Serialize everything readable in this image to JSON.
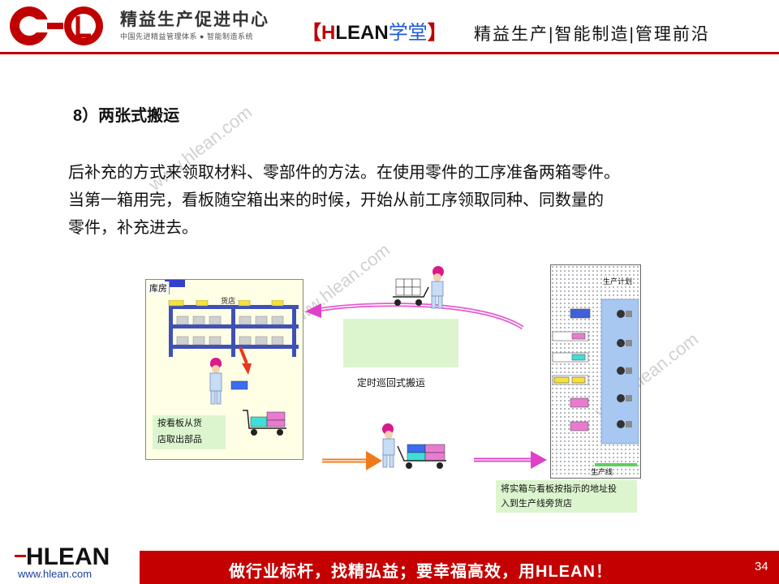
{
  "header": {
    "brand_name": "精益生产促进中心",
    "brand_sub": "中国先进精益管理体系 ● 智能制造系统",
    "tag_open": "【",
    "tag_h": "H",
    "tag_lean": "LEAN",
    "tag_xuetang": "学堂",
    "tag_close": "】",
    "tagline": "精益生产|智能制造|管理前沿"
  },
  "content": {
    "section_title": "8）两张式搬运",
    "paragraph_lines": [
      "后补充的方式来领取材料、零部件的方法。在使用零件的工序准备两箱零件。",
      "当第一箱用完，看板随空箱出来的时候，开始从前工序领取同种、同数量的",
      "零件，补充进去。"
    ]
  },
  "diagram": {
    "warehouse_label": "库房",
    "shop_label": "货店",
    "pick_note_lines": [
      "按看板从货",
      "店取出部品"
    ],
    "route_label": "定时巡回式搬运",
    "plan_label": "生产计划",
    "line_label": "生产线",
    "deliver_note_lines": [
      "将实箱与看板按指示的地址投",
      "入到生产线旁货店"
    ],
    "colors": {
      "arrow_pink": "#e040c8",
      "arrow_orange": "#f07a1a",
      "shelf_blue": "#3f51b5",
      "note_green": "#ddf5cf"
    }
  },
  "watermark": {
    "text": "www.hlean.com"
  },
  "footer": {
    "logo_text": "HLEAN",
    "url": "www.hlean.com",
    "slogan": "做行业标杆，找精弘益；要幸福高效，用HLEAN！",
    "page_number": "34"
  }
}
